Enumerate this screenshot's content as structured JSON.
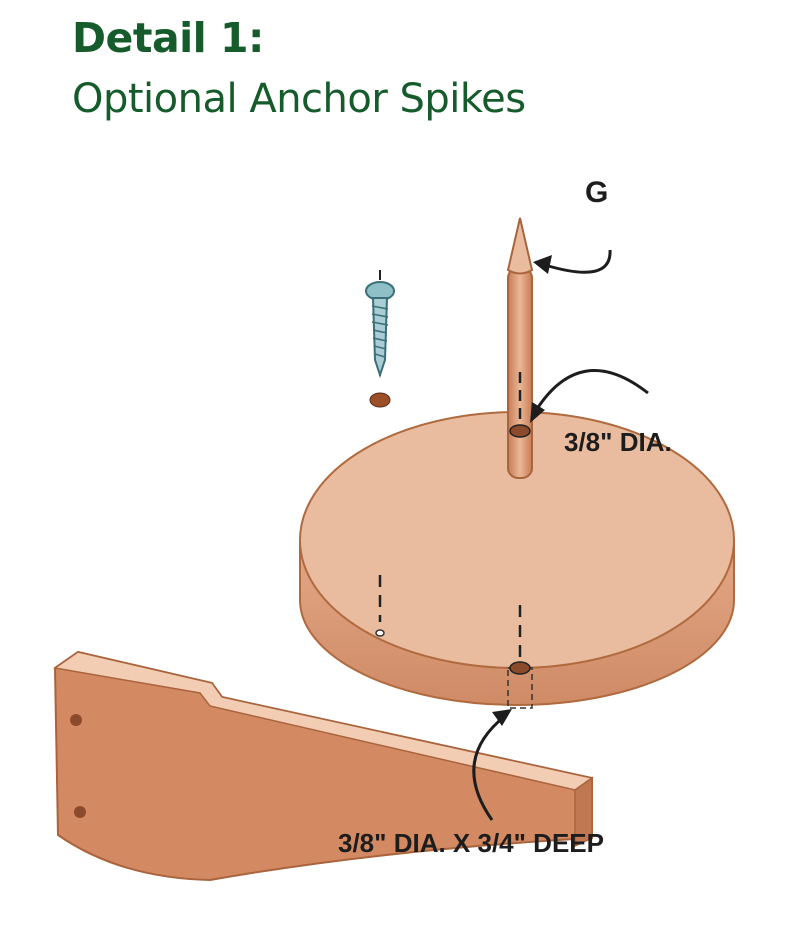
{
  "title": "Detail 1:",
  "subtitle": "Optional Anchor Spikes",
  "labels": {
    "part": "G",
    "hole_top": "3/8\" DIA.",
    "hole_leg": "3/8\" DIA. X 3/4\" DEEP"
  },
  "colors": {
    "title": "#165b2b",
    "wood_top": "#e9bc9f",
    "wood_side": "#d99572",
    "outline": "#b06a3e",
    "screw": "#4a8a96"
  }
}
